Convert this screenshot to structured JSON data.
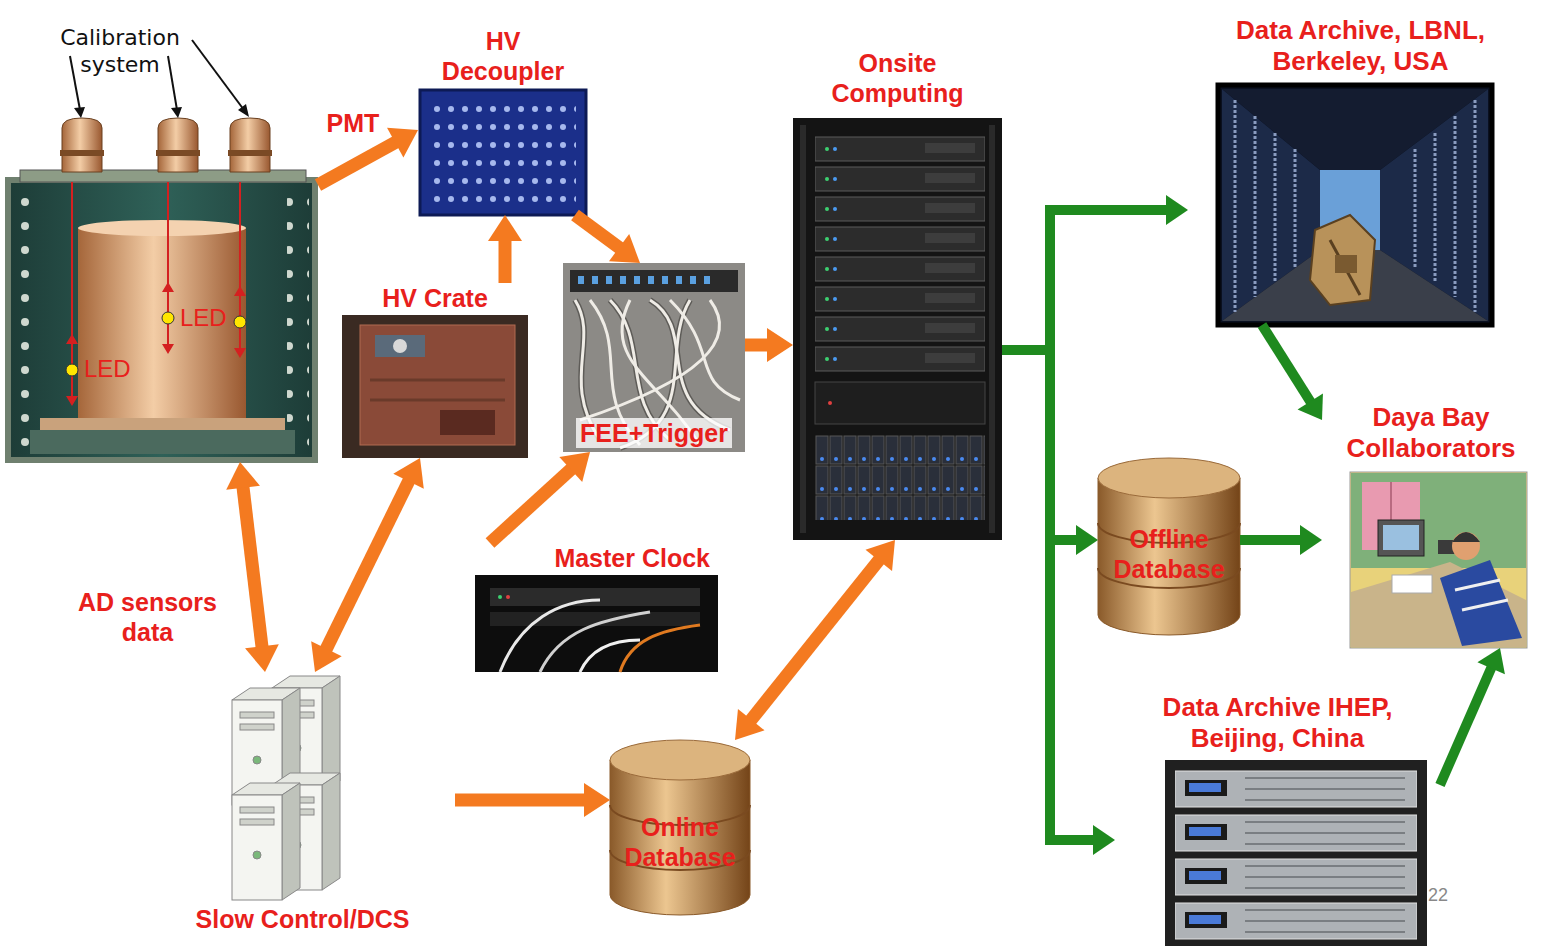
{
  "diagram": {
    "nodes": [
      {
        "text": [
          "Calibration system",
          "LED",
          "LED"
        ]
      },
      {
        "text": [
          "HV Decoupler"
        ]
      },
      {
        "text": [
          "HV Crate"
        ]
      },
      {
        "text": [
          "FEE+Trigger"
        ]
      },
      {
        "text": [
          "Master Clock"
        ]
      },
      {
        "text": [
          "Onsite Computing"
        ]
      },
      {
        "text": [
          "Slow Control/DCS"
        ]
      },
      {
        "text": [
          "Online Database"
        ]
      },
      {
        "text": [
          "Data Archive, LBNL, Berkeley, USA"
        ]
      },
      {
        "text": [
          "Offline Database"
        ]
      },
      {
        "text": [
          "Data Archive IHEP, Beijing, China"
        ]
      },
      {
        "text": [
          "Daya Bay Collaborators"
        ]
      }
    ],
    "edges": [
      {
        "from": 0,
        "to": 1,
        "label": "PMT",
        "arrow": "to"
      },
      {
        "from": 2,
        "to": 1,
        "arrow": "to"
      },
      {
        "from": 1,
        "to": 3,
        "arrow": "to"
      },
      {
        "from": 3,
        "to": 5,
        "arrow": "to"
      },
      {
        "from": 4,
        "to": 3,
        "arrow": "to"
      },
      {
        "from": 0,
        "to": 6,
        "label": "AD sensors data",
        "arrow": "both"
      },
      {
        "from": 2,
        "to": 6,
        "arrow": "both"
      },
      {
        "from": 6,
        "to": 7,
        "arrow": "to"
      },
      {
        "from": 7,
        "to": 5,
        "arrow": "both"
      },
      {
        "from": 5,
        "to": 8,
        "arrow": "to"
      },
      {
        "from": 5,
        "to": 9,
        "arrow": "to"
      },
      {
        "from": 5,
        "to": 10,
        "arrow": "to"
      },
      {
        "from": 8,
        "to": 11,
        "arrow": "to"
      },
      {
        "from": 9,
        "to": 11,
        "arrow": "to"
      },
      {
        "from": 10,
        "to": 11,
        "arrow": "to"
      }
    ],
    "labels": [
      "22"
    ]
  }
}
